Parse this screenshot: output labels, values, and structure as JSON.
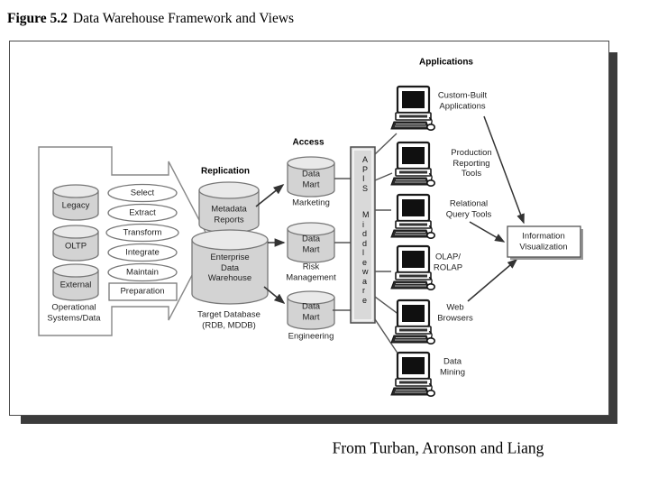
{
  "page": {
    "figure_label": "Figure 5.2",
    "figure_title": "Data Warehouse Framework and Views",
    "caption": "From Turban, Aronson and Liang"
  },
  "diagram": {
    "section_labels": {
      "replication": "Replication",
      "access": "Access",
      "applications": "Applications"
    },
    "operational": {
      "systems": [
        "Legacy",
        "OLTP",
        "External"
      ],
      "label": "Operational\nSystems/Data"
    },
    "processes": [
      "Select",
      "Extract",
      "Transform",
      "Integrate",
      "Maintain"
    ],
    "preparation": "Preparation",
    "warehouse": {
      "metadata": "Metadata\nReports",
      "edw": "Enterprise\nData\nWarehouse",
      "target_db": "Target Database\n(RDB, MDDB)"
    },
    "data_marts": [
      {
        "body": "Data\nMart",
        "label": "Marketing"
      },
      {
        "body": "Data\nMart",
        "label": "Risk\nManagement"
      },
      {
        "body": "Data\nMart",
        "label": "Engineering"
      }
    ],
    "middleware": {
      "top": "APIS",
      "bottom": "Middleware"
    },
    "applications": [
      "Custom-Built\nApplications",
      "Production\nReporting\nTools",
      "Relational\nQuery Tools",
      "OLAP/\nROLAP",
      "Web\nBrowsers",
      "Data\nMining"
    ],
    "info_viz": "Information\nVisualization",
    "colors": {
      "cylinder_fill": "#d3d3d3",
      "cylinder_top": "#e9e9e9",
      "outline": "#777777",
      "line": "#4a4a4a",
      "panel_shadow": "#3b3b3b"
    }
  }
}
